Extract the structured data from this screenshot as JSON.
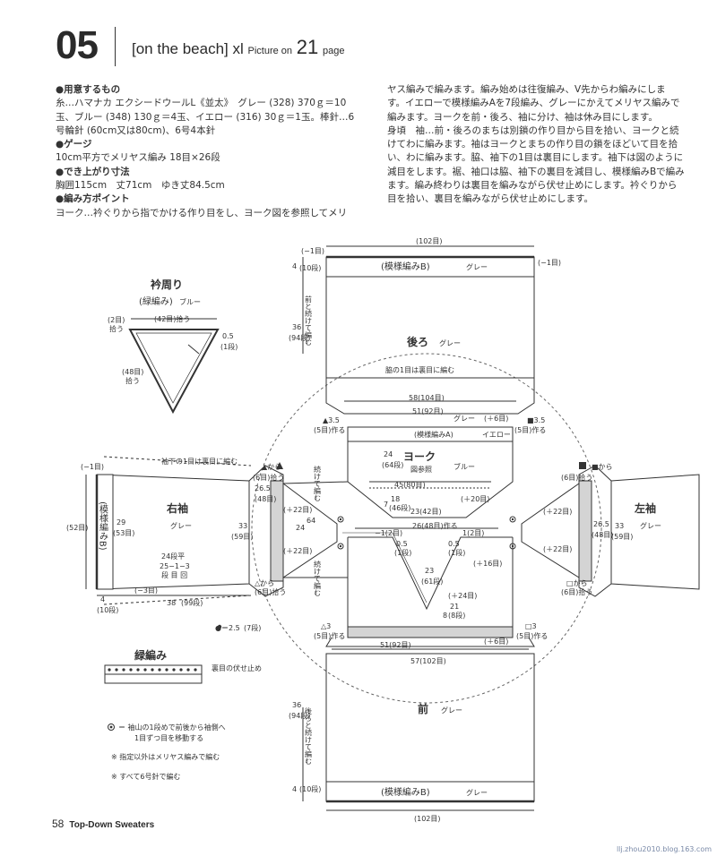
{
  "header": {
    "number": "05",
    "title": "[on the beach] xl",
    "picture_on": "Picture on",
    "page_ref": "21",
    "page_word": "page"
  },
  "left_column": [
    {
      "text": "●用意するもの",
      "h": true
    },
    {
      "text": "糸…ハマナカ エクシードウールL《並太》　グレー (328) 370ｇ＝10"
    },
    {
      "text": "玉、ブルー (348) 130ｇ＝4玉、イエロー (316) 30ｇ＝1玉。棒針…6"
    },
    {
      "text": "号輪針 (60cm又は80cm)、6号4本針"
    },
    {
      "text": "●ゲージ",
      "h": true
    },
    {
      "text": "10cm平方でメリヤス編み 18目×26段"
    },
    {
      "text": "●でき上がり寸法",
      "h": true
    },
    {
      "text": "胸囲115cm　丈71cm　ゆき丈84.5cm"
    },
    {
      "text": "●編み方ポイント",
      "h": true
    },
    {
      "text": "ヨーク…衿ぐりから指でかける作り目をし、ヨーク図を参照してメリ"
    }
  ],
  "right_column": [
    "ヤス編みで編みます。編み始めは往復編み、V先からわ編みにしま",
    "す。イエローで模様編みAを7段編み、グレーにかえてメリヤス編みで",
    "編みます。ヨークを前・後ろ、袖に分け、袖は休み目にします。",
    "身頃　袖…前・後ろのまちは別鎖の作り目から目を拾い、ヨークと続",
    "けてわに編みます。袖はヨークとまちの作り目の鎖をほどいて目を拾",
    "い、わに編みます。脇、袖下の1目は裏目にします。袖下は図のように",
    "減目をします。裾、袖口は脇、袖下の裏目を減目し、模様編みBで編み",
    "ます。編み終わりは裏目を編みながら伏せ止めにします。衿ぐりから",
    "目を拾い、裏目を編みながら伏せ止めにします。"
  ],
  "labels": {
    "neck_title": "衿周り",
    "neck_sub": "(緑編み)",
    "neck_color": "ブルー",
    "neck_pick2": "(2目)",
    "neck_pick2b": "拾う",
    "neck_pick42": "(42目)拾う",
    "neck_pick48": "(48目)",
    "neck_pick48b": "拾う",
    "neck_05": "0.5",
    "neck_1dan": "(1段)",
    "back": "後ろ",
    "back_color": "グレー",
    "front": "前",
    "front_color": "グレー",
    "yoke": "ヨーク",
    "yoke_ref": "図参照",
    "yoke_color": "ブルー",
    "pattern_a": "(模様編みA)",
    "yellow": "イエロー",
    "pattern_b": "(模様編みB)",
    "gray": "グレー",
    "right_sleeve": "右袖",
    "left_sleeve": "左袖",
    "w102": "(102目)",
    "w102b": "(102目)",
    "m1": "(−1目)",
    "m1b": "(−1目)",
    "m1c": "(−1目)",
    "r4": "4",
    "r10": "(10段)",
    "r36": "36",
    "r94": "(94段)",
    "cont_back": "前と続けて編む",
    "cont_front": "後ろと続けて編む",
    "side_purl": "脇の1目は裏目に編む",
    "sleeve_purl": "袖下の1目は裏目に編む",
    "w58": "58(104目)",
    "w51": "51(92目)",
    "w51b": "51(92目)",
    "w57": "57(102目)",
    "p6": "(＋6目)",
    "p6b": "(＋6目)",
    "p20": "(＋20目)",
    "p16": "(＋16目)",
    "p24": "(＋24目)",
    "p22a": "(＋22目)",
    "p22b": "(＋22目)",
    "p22c": "(＋22目)",
    "p22d": "(＋22目)",
    "tri35": "▲3.5",
    "sq35": "■3.5",
    "d5a": "(5目)作る",
    "d5b": "(5目)作る",
    "d5c": "(5目)作る",
    "d5d": "(5目)作る",
    "tri3": "△3",
    "sq3": "□3",
    "y24": "24",
    "y64": "(64段)",
    "y18": "18",
    "y7": "7",
    "y46": "(46段)",
    "w45": "45(80目)",
    "w23": "23(42目)",
    "w26": "26(48目)作る",
    "n1a": "−1(2目)",
    "n1b": "1(2目)",
    "n05a": "0.5",
    "n05b": "0.5",
    "n1da": "(1段)",
    "n1db": "(1段)",
    "v23": "23",
    "v61": "(61段)",
    "v21": "21",
    "v8": "8",
    "v8d": "(8段)",
    "rs_from": "▲から",
    "rs_pick6": "(6目)拾う",
    "rs_from2": "△から",
    "rs_pick6b": "(6目)拾う",
    "ls_from": "■から",
    "ls_pick6": "(6目)拾う",
    "ls_from2": "□から",
    "ls_pick6b": "(6目)拾う",
    "cont_a": "続けて編む",
    "cont_b": "続けて編む",
    "s265": "26.5",
    "s48": "(48目)",
    "s33": "33",
    "s59": "(59目)",
    "s265b": "26.5",
    "s48b": "(48目)",
    "s33b": "33",
    "s59b": "(59目)",
    "s64": "64",
    "s24": "24",
    "s29": "29",
    "s53": "(53目)",
    "s52": "(52目)",
    "m3": "(−3目)",
    "s24d": "24段平",
    "s251": "25−1−3",
    "s_dan": "段 目 回",
    "s38": "38",
    "s99": "(99段)",
    "s4": "4",
    "s10": "(10段)",
    "dot25": "●＝2.5",
    "dot7": "(7段)",
    "edge_title": "緑編み",
    "edge_note": "裏目の伏せ止め",
    "legend1": "＝ 袖山の1段めで前後から袖側へ",
    "legend1b": "1目ずつ目を移動する",
    "legend2": "※ 指定以外はメリヤス編みで編む",
    "legend3": "※ すべて6号針で編む"
  },
  "footer": {
    "page": "58",
    "book": "Top-Down Sweaters"
  },
  "watermark": "llj.zhou2010.blog.163.com"
}
